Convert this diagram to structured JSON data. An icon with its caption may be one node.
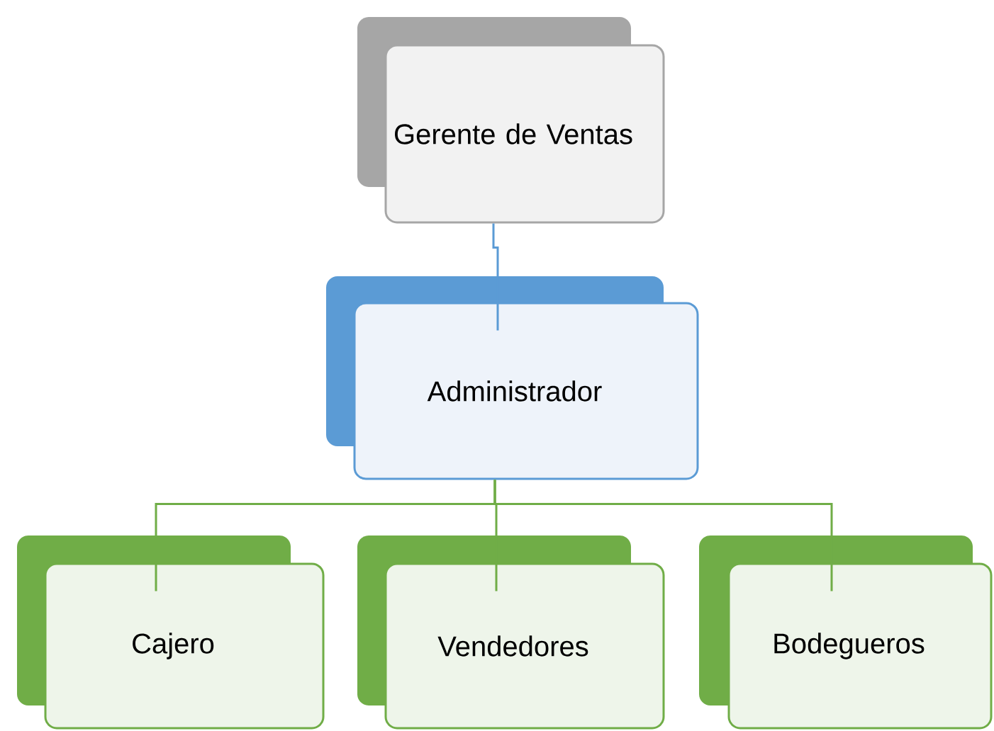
{
  "diagram": {
    "nodes": [
      {
        "text": [
          "Gerente de Ventas"
        ]
      },
      {
        "text": [
          "Administrador"
        ]
      },
      {
        "text": [
          "Cajero"
        ]
      },
      {
        "text": [
          "Vendedores"
        ]
      },
      {
        "text": [
          "Bodegueros"
        ]
      }
    ],
    "edges": [
      {
        "from": 0,
        "to": 1,
        "arrow": "none",
        "color": "#5b9bd5"
      },
      {
        "from": 1,
        "to": 2,
        "arrow": "none"
      },
      {
        "from": 1,
        "to": 3,
        "arrow": "none"
      },
      {
        "from": 1,
        "to": 4,
        "arrow": "none"
      }
    ]
  }
}
